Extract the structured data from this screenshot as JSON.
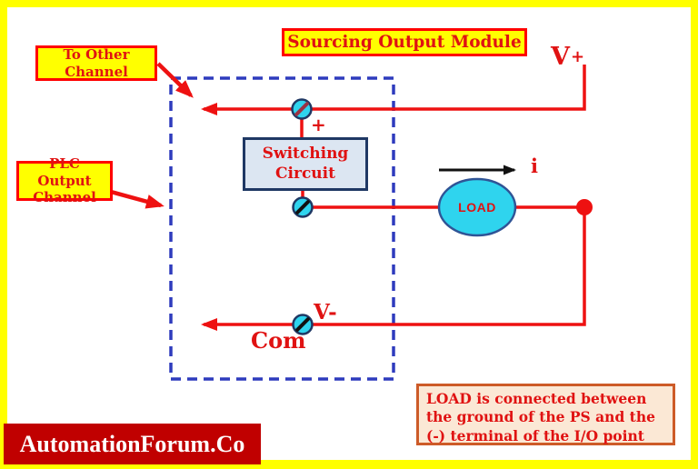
{
  "colors": {
    "canvas_bg": "#ffffff",
    "frame": "#ffff00",
    "wire": "#ee1111",
    "accent_border": "#ff0000",
    "text_red": "#e01212",
    "dashed": "#2e3bbd",
    "navy": "#1f3864",
    "cyan": "#2fd4ee",
    "load_border": "#2f5496",
    "slash_maroon": "#993344",
    "slash_black": "#111111",
    "switch_fill": "#dce6f2",
    "note_bg": "#fbe8d5",
    "note_border": "#cd5b28",
    "banner_bg": "#c00000",
    "banner_text": "#ffffff",
    "current_black": "#111111"
  },
  "header": {
    "title": "Sourcing Output Module"
  },
  "callouts": {
    "to_other_channel": "To Other Channel",
    "plc_output_channel": "PLC Output Channel"
  },
  "diagram": {
    "v_plus_main": "V",
    "v_plus_sign": "+",
    "plus_terminal": "+",
    "switching_circuit": "Switching Circuit",
    "load": "LOAD",
    "current": "i",
    "v_minus": "V-",
    "com": "Com"
  },
  "note": {
    "lines": [
      "LOAD is connected between",
      "the ground of the PS and the",
      "(-) terminal of the I/O point"
    ]
  },
  "branding": {
    "name": "AutomationForum.Co"
  }
}
